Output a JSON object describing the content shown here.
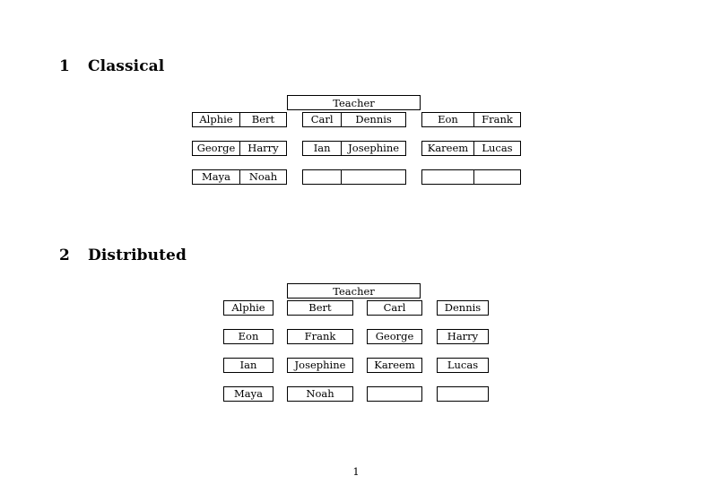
{
  "document": {
    "page_number": "1"
  },
  "sections": [
    {
      "number": "1",
      "title": "Classical",
      "root": "Teacher",
      "layout": "grouped-pairs",
      "groups": [
        {
          "rows": [
            [
              "Alphie",
              "Bert"
            ],
            [
              "George",
              "Harry"
            ],
            [
              "Maya",
              "Noah"
            ]
          ]
        },
        {
          "rows": [
            [
              "Carl",
              "Dennis"
            ],
            [
              "Ian",
              "Josephine"
            ],
            [
              "",
              ""
            ]
          ]
        },
        {
          "rows": [
            [
              "Eon",
              "Frank"
            ],
            [
              "Kareem",
              "Lucas"
            ],
            [
              "",
              ""
            ]
          ]
        }
      ]
    },
    {
      "number": "2",
      "title": "Distributed",
      "root": "Teacher",
      "layout": "individual-boxes",
      "rows": [
        [
          "Alphie",
          "Bert",
          "Carl",
          "Dennis"
        ],
        [
          "Eon",
          "Frank",
          "George",
          "Harry"
        ],
        [
          "Ian",
          "Josephine",
          "Kareem",
          "Lucas"
        ],
        [
          "Maya",
          "Noah",
          "",
          ""
        ]
      ]
    }
  ],
  "colors": {
    "page_background": "#ffffff",
    "text": "#000000",
    "box_border": "#000000"
  }
}
